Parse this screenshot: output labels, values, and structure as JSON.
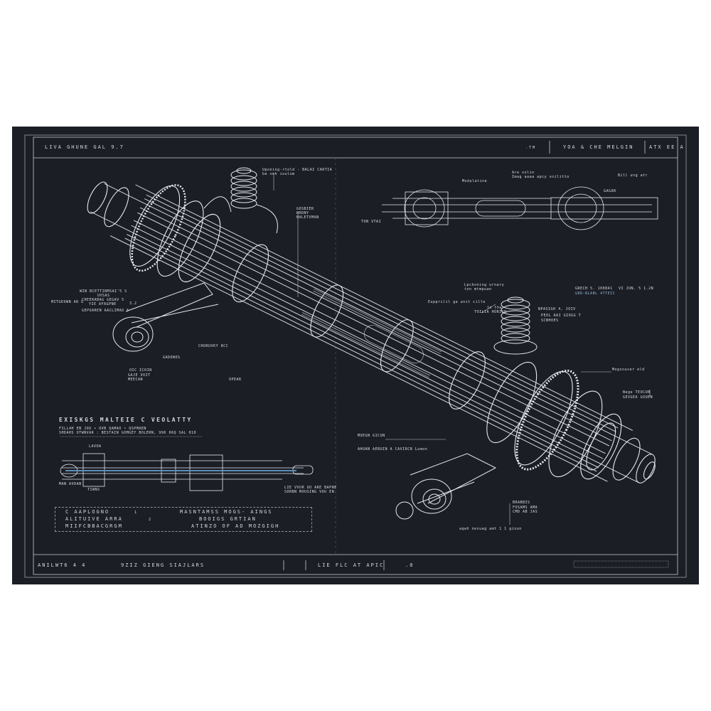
{
  "header": {
    "left_title": "LIVA GHUNE GAL 9.7",
    "right_small": ".TM",
    "right_title": "YOA & CHE MELGIN",
    "right_code": "ATX EE A"
  },
  "footer": {
    "left": "ANILWT6 4   4",
    "middle": "9ZIZ GIENG SIAJLARS",
    "right": "LIE FLC AT APIC",
    "right_num": ".0"
  },
  "left_panel": {
    "title": "EXISKGS MALTEIE C VEOLATTY",
    "subtitle_1": "FILL4H EN JOU  •  OVB QAMAO  •  QSPMAEN",
    "subtitle_2": "SHDAHS OTWNVAR : BESTAIN GOMGEY BOLERN, 996 06Q SAL 010",
    "labels": [
      "LAVOA",
      "MAN AVDAN",
      "TIWNS",
      "LIE VVUR UU ARE BAPNE",
      "SORBN MOUSING VOU EN"
    ]
  },
  "legend_box": {
    "left": [
      "C AAPLOGNO",
      "ALITUIVE ARRA",
      "MIIFCBBACGRGM"
    ],
    "marks": [
      "1",
      "2"
    ],
    "right": [
      "MASNTAMSS MOGS- AINGS",
      "BOOIGS GRTIAN",
      "ATINZO OF AD MOZGIGH"
    ]
  },
  "top_right_panel": {
    "labels": [
      "Modulatine",
      "Are solin",
      "Imag aaaa apcy vnilitto",
      "Bill ung atr",
      "GAGAR",
      "TON VTAI"
    ]
  },
  "annotations": {
    "top_center": [
      "Uponing-rtold - BALAI CARTIA",
      "be vmh ioulom"
    ],
    "mid_center": [
      "GOSBIER",
      "HRDNY",
      "HALETVMAN"
    ],
    "left": [
      "WIN BCETTINMSAI'5 S",
      "UVSAS",
      "MITGEOWN AR G",
      "CHEERABAG GEGAV 5",
      "YIE AFAGPNE",
      "GEPUAREN AACLIMAD 5",
      "3.2"
    ],
    "bottom_left": [
      "CHORUVKY 8CC",
      "GADONOS",
      "OIC ICOIN",
      "GAJE VOIT",
      "MEECAN",
      "OPEAR"
    ],
    "right_upper": [
      "Lpchoning urnary",
      "ton mtmpuan",
      "Eupprilil ga unit cille",
      "to the",
      "TOILIA HORIGN",
      "NPASIGH 4, JOIV",
      "PEOL AAI GIOGG T",
      "SCNHOES"
    ],
    "spec": [
      "GRECH 5. 100841",
      "VI JUN. 5 1.2N",
      "GRR-BLABL 47TEIC"
    ],
    "right_mid": [
      "Mogsouser eld",
      "Nege TEOCUB",
      "GEVGEA GOUEN"
    ],
    "bottom_right": [
      "MUEGN GICUN",
      "AHUAN AEBUIN  A  CAVIRCB Lumon",
      "BRABBIS",
      "FOSAMS AMA",
      "CMD AB JAS",
      "aqwh nesuag amt 1 1 gioun"
    ]
  },
  "colors": {
    "background": "#1b1e25",
    "ink": "#e6e9ee",
    "accent": "#5a8fb8"
  }
}
